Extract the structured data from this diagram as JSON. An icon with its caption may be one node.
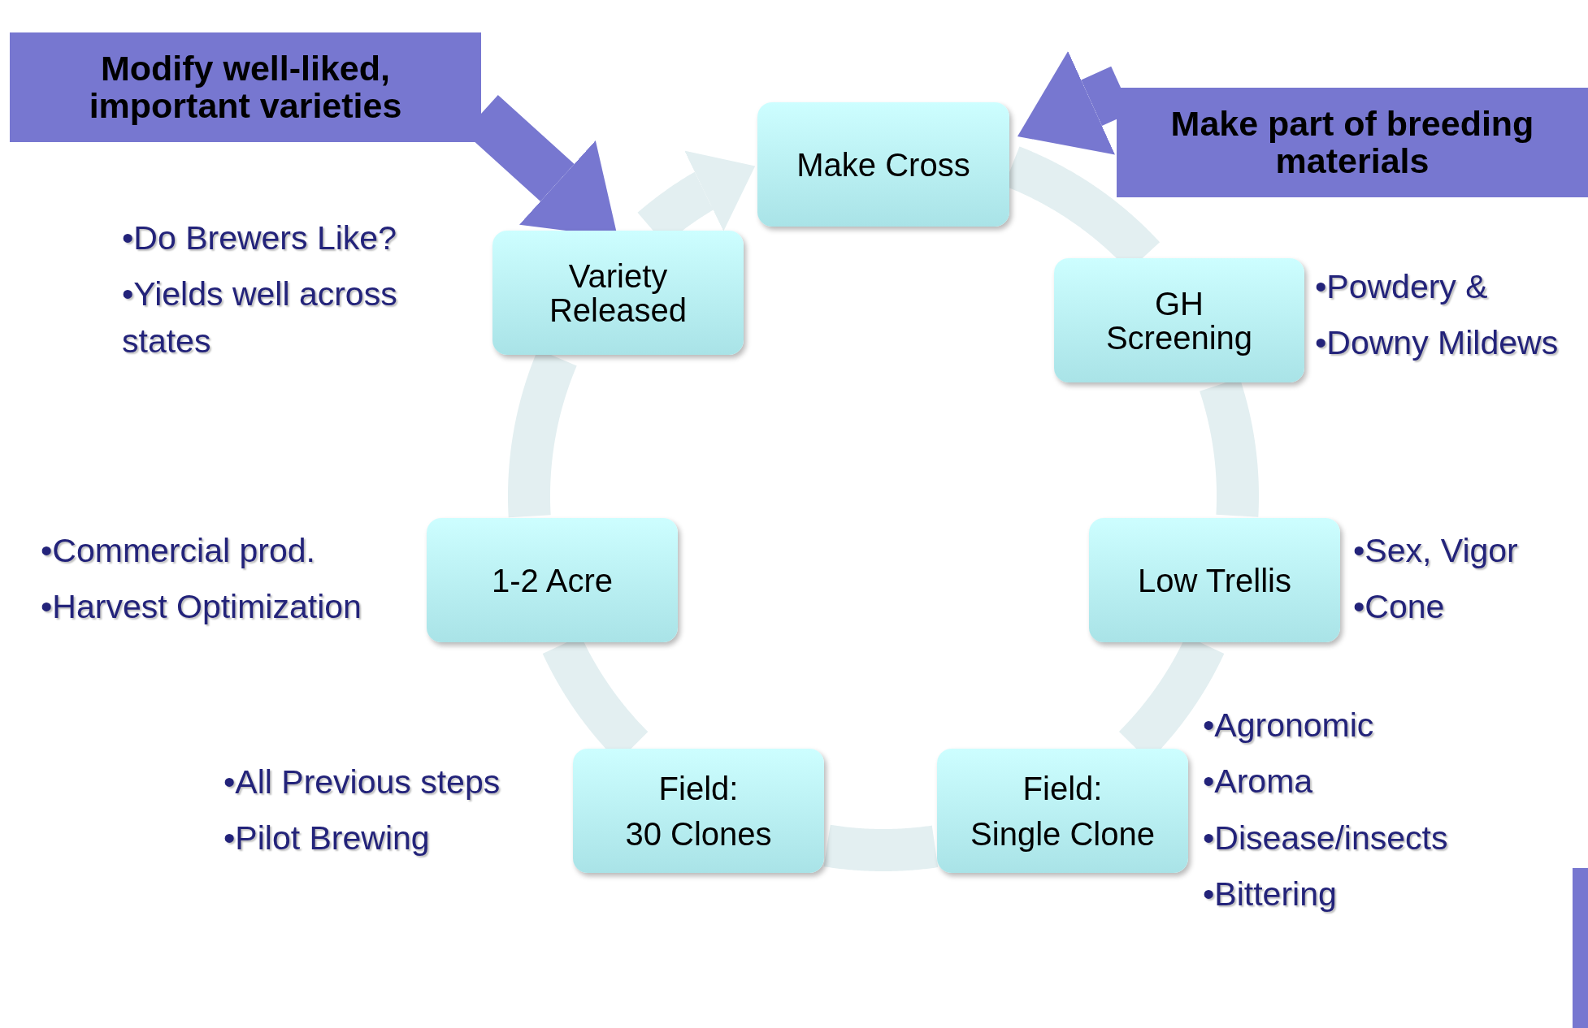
{
  "diagram": {
    "nodes": [
      {
        "text": [
          "Modify well-liked, important varieties"
        ]
      },
      {
        "text": [
          "Make part of breeding materials"
        ]
      },
      {
        "text": [
          "Make Cross"
        ]
      },
      {
        "text": [
          "Variety Released"
        ],
        "beside": [
          "•Do Brewers Like?",
          "•Yields well across states"
        ]
      },
      {
        "text": [
          "GH Screening"
        ],
        "beside": [
          "•Powdery &",
          "•Downy Mildews"
        ]
      },
      {
        "text": [
          "1-2 Acre"
        ],
        "beside": [
          "•Commercial prod.",
          "•Harvest Optimization"
        ]
      },
      {
        "text": [
          "Low Trellis"
        ],
        "beside": [
          "•Sex, Vigor",
          "•Cone"
        ]
      },
      {
        "text": [
          "Field:",
          "30 Clones"
        ],
        "beside": [
          "•All Previous steps",
          "•Pilot Brewing"
        ]
      },
      {
        "text": [
          "Field:",
          "Single Clone"
        ],
        "beside": [
          "•Agronomic",
          "•Aroma",
          "•Disease/insects",
          "•Bittering"
        ]
      },
      {
        "text": [],
        "shape": "bar"
      }
    ],
    "edges": [
      {
        "from": 2,
        "to": 4,
        "arrow": "none"
      },
      {
        "from": 4,
        "to": 6,
        "arrow": "none"
      },
      {
        "from": 6,
        "to": 8,
        "arrow": "none"
      },
      {
        "from": 8,
        "to": 7,
        "arrow": "none"
      },
      {
        "from": 7,
        "to": 5,
        "arrow": "none"
      },
      {
        "from": 5,
        "to": 3,
        "arrow": "none"
      },
      {
        "from": 3,
        "to": 2,
        "arrow": "to"
      },
      {
        "from": 0,
        "to": 3,
        "arrow": "to",
        "color": "#7777d0"
      },
      {
        "from": 1,
        "to": 2,
        "arrow": "to",
        "color": "#7777d0"
      }
    ]
  }
}
